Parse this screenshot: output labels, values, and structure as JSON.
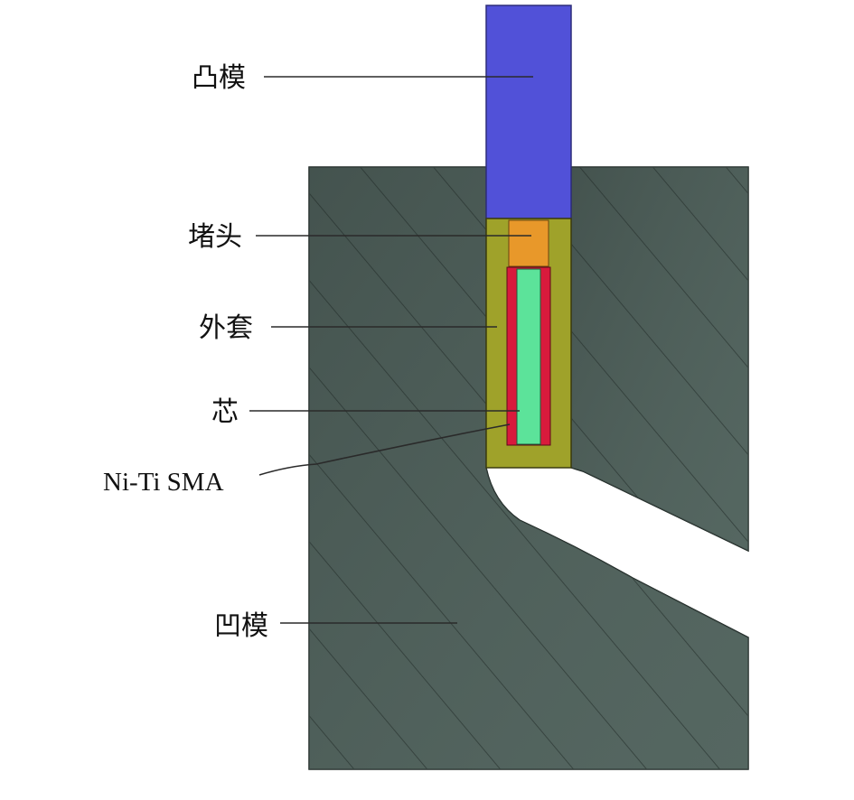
{
  "labels": {
    "punch": "凸模",
    "plug": "堵头",
    "outer_sleeve": "外套",
    "core": "芯",
    "sma": "Ni-Ti SMA",
    "die": "凹模"
  },
  "colors": {
    "punch": "#5151d8",
    "plug": "#e8982a",
    "outer_sleeve": "#9fa22a",
    "core": "#5ce39a",
    "sma": "#d81a3c",
    "die": "#4a5a55",
    "hatch": "#1c2522",
    "leader": "#2a2a2a"
  }
}
